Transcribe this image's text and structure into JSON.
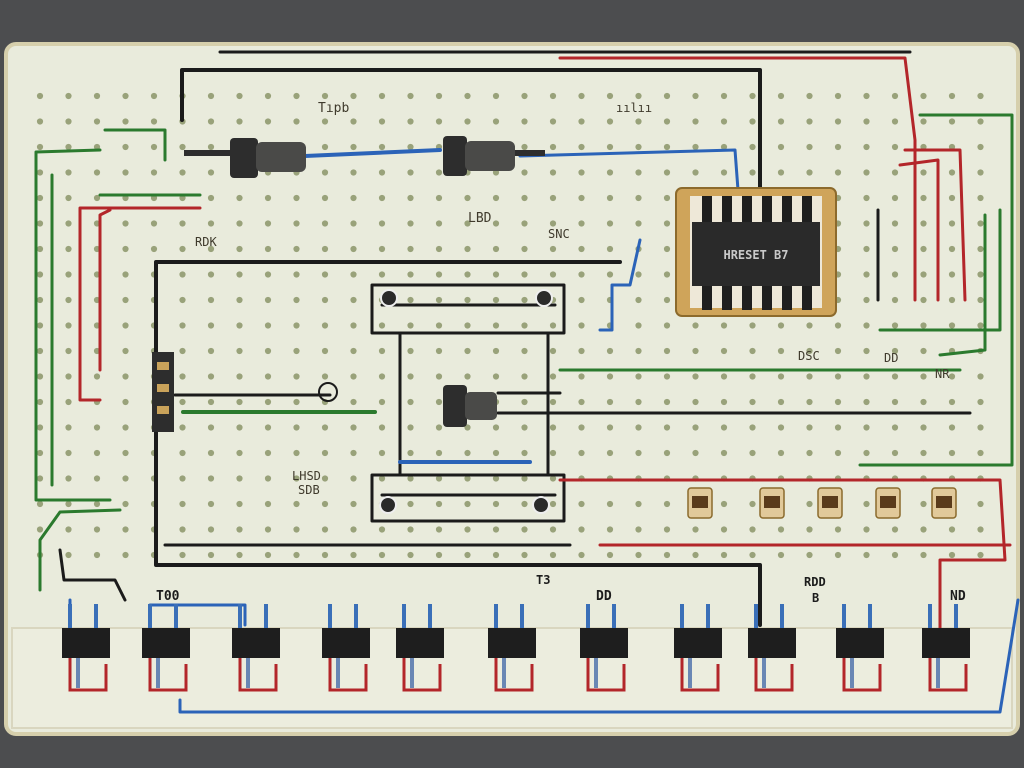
{
  "scene": {
    "title": "",
    "colors": {
      "background": "#4c4d4f",
      "board": "#eef0e3",
      "board_edge": "#d9d3b4",
      "hole": "#7d8a5a",
      "wire_black": "#1b1b1b",
      "wire_red": "#b3262a",
      "wire_green": "#2b7a2e",
      "wire_blue": "#2b63b8",
      "chip_body": "#2a2a2a",
      "chip_frame": "#c9a25a"
    },
    "labels": {
      "top_label_1": "Tıpb",
      "top_label_2": "ıılıı",
      "side_label_1": "RDK",
      "mid_label_1": "LBD",
      "mid_label_2": "SNC",
      "chip_label": "HRESET B7",
      "center_label_1": "LHSD",
      "center_label_2": "SDB",
      "right_label_1": "DSC",
      "right_label_2": "DD",
      "right_label_3": "NR",
      "bottom_label_1": "T00",
      "bottom_label_2": "DD",
      "bottom_label_3": "T3",
      "bottom_label_4": "RDD",
      "bottom_label_5": "B",
      "bottom_label_6": "ND"
    },
    "switch_count": 10,
    "resistor_count": 5
  }
}
